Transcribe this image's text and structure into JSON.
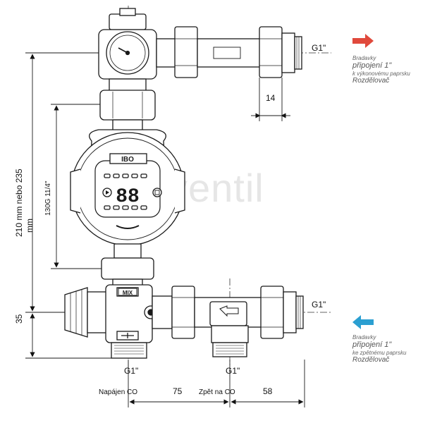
{
  "dimensions": {
    "total_height": "210 mm nebo 235\nmm",
    "total_height_l1": "210 mm nebo 235",
    "total_height_l2": "mm",
    "pump_size": "130G 11/4\"",
    "bottom_offset": "35",
    "connector_width": "14",
    "spacing_left": "75",
    "spacing_right": "58"
  },
  "ports": {
    "top_right": "G1\"",
    "mid_right": "G1\"",
    "bottom_left": "G1\"",
    "bottom_mid": "G1\""
  },
  "bottom_labels": {
    "supply": "Napájen CO",
    "return": "Zpět na CO"
  },
  "notes": {
    "supply": {
      "line1": "Bradavky",
      "line2": "připojení 1\"",
      "line3": "k výkonovému paprsku",
      "line4": "Rozdělovač"
    },
    "return": {
      "line1": "Bradavky",
      "line2": "připojení 1\"",
      "line3": "ke zpětnému paprsku",
      "line4": "Rozdělovač"
    }
  },
  "pump": {
    "brand": "IBO",
    "display": "88"
  },
  "valve": {
    "label": "MIX"
  },
  "watermark": "ventil",
  "colors": {
    "supply_arrow": "#e0493c",
    "return_arrow": "#2b9fd1",
    "line": "#1a1a1a"
  }
}
